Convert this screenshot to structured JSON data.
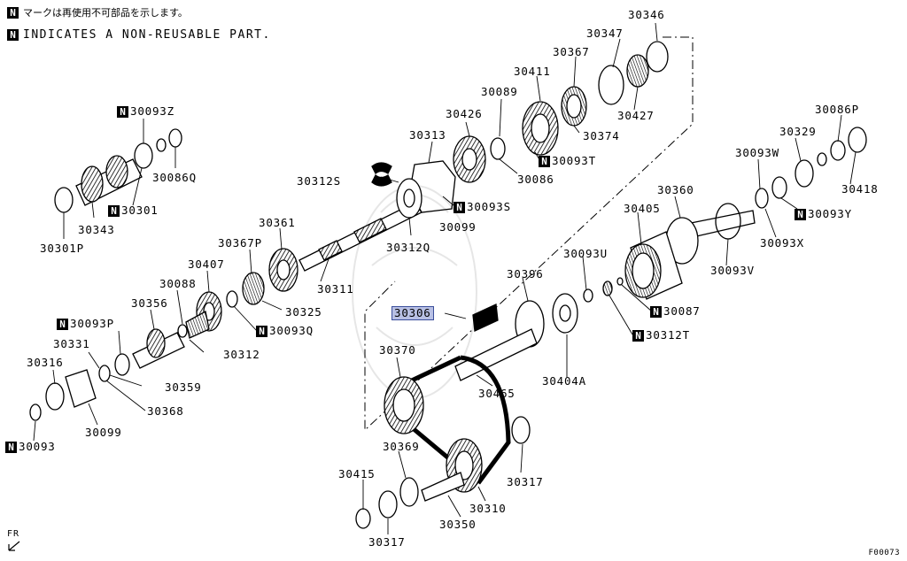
{
  "legend": [
    {
      "mark": "N",
      "text": "マークは再使用不可部品を示します。"
    },
    {
      "mark": "N",
      "text": "INDICATES A NON-REUSABLE PART."
    }
  ],
  "highlight_color": "#b8c0e4",
  "parts": [
    {
      "id": "p30346",
      "code": "30346",
      "n": false
    },
    {
      "id": "p30347",
      "code": "30347",
      "n": false
    },
    {
      "id": "p30367",
      "code": "30367",
      "n": false
    },
    {
      "id": "p30411",
      "code": "30411",
      "n": false
    },
    {
      "id": "p30089",
      "code": "30089",
      "n": false
    },
    {
      "id": "p30427",
      "code": "30427",
      "n": false
    },
    {
      "id": "p30374",
      "code": "30374",
      "n": false
    },
    {
      "id": "p30426",
      "code": "30426",
      "n": false
    },
    {
      "id": "p30313",
      "code": "30313",
      "n": false
    },
    {
      "id": "p30093T",
      "code": "30093T",
      "n": true
    },
    {
      "id": "p30086",
      "code": "30086",
      "n": false
    },
    {
      "id": "p30093Z",
      "code": "30093Z",
      "n": true
    },
    {
      "id": "p30086Q",
      "code": "30086Q",
      "n": false
    },
    {
      "id": "p30301",
      "code": "30301",
      "n": true
    },
    {
      "id": "p30343",
      "code": "30343",
      "n": false
    },
    {
      "id": "p30301P",
      "code": "30301P",
      "n": false
    },
    {
      "id": "p30312S",
      "code": "30312S",
      "n": false
    },
    {
      "id": "p30093S",
      "code": "30093S",
      "n": true
    },
    {
      "id": "p30099a",
      "code": "30099",
      "n": false
    },
    {
      "id": "p30312Q",
      "code": "30312Q",
      "n": false
    },
    {
      "id": "p30361",
      "code": "30361",
      "n": false
    },
    {
      "id": "p30367P",
      "code": "30367P",
      "n": false
    },
    {
      "id": "p30407",
      "code": "30407",
      "n": false
    },
    {
      "id": "p30311",
      "code": "30311",
      "n": false
    },
    {
      "id": "p30088",
      "code": "30088",
      "n": false
    },
    {
      "id": "p30325",
      "code": "30325",
      "n": false
    },
    {
      "id": "p30356",
      "code": "30356",
      "n": false
    },
    {
      "id": "p30093Q",
      "code": "30093Q",
      "n": true
    },
    {
      "id": "p30093P",
      "code": "30093P",
      "n": true
    },
    {
      "id": "p30331",
      "code": "30331",
      "n": false
    },
    {
      "id": "p30312",
      "code": "30312",
      "n": false
    },
    {
      "id": "p30316",
      "code": "30316",
      "n": false
    },
    {
      "id": "p30359",
      "code": "30359",
      "n": false
    },
    {
      "id": "p30368",
      "code": "30368",
      "n": false
    },
    {
      "id": "p30099b",
      "code": "30099",
      "n": false
    },
    {
      "id": "p30093",
      "code": "30093",
      "n": true
    },
    {
      "id": "p30086P",
      "code": "30086P",
      "n": false
    },
    {
      "id": "p30329",
      "code": "30329",
      "n": false
    },
    {
      "id": "p30093W",
      "code": "30093W",
      "n": false
    },
    {
      "id": "p30418",
      "code": "30418",
      "n": false
    },
    {
      "id": "p30360",
      "code": "30360",
      "n": false
    },
    {
      "id": "p30093Y",
      "code": "30093Y",
      "n": true
    },
    {
      "id": "p30405",
      "code": "30405",
      "n": false
    },
    {
      "id": "p30093X",
      "code": "30093X",
      "n": false
    },
    {
      "id": "p30093U",
      "code": "30093U",
      "n": false
    },
    {
      "id": "p30093V",
      "code": "30093V",
      "n": false
    },
    {
      "id": "p30396",
      "code": "30396",
      "n": false
    },
    {
      "id": "p30306",
      "code": "30306",
      "n": false,
      "highlight": true
    },
    {
      "id": "p30087",
      "code": "30087",
      "n": true
    },
    {
      "id": "p30312T",
      "code": "30312T",
      "n": true
    },
    {
      "id": "p30370",
      "code": "30370",
      "n": false
    },
    {
      "id": "p30404A",
      "code": "30404A",
      "n": false
    },
    {
      "id": "p30465",
      "code": "30465",
      "n": false
    },
    {
      "id": "p30369",
      "code": "30369",
      "n": false
    },
    {
      "id": "p30317a",
      "code": "30317",
      "n": false
    },
    {
      "id": "p30415",
      "code": "30415",
      "n": false
    },
    {
      "id": "p30310",
      "code": "30310",
      "n": false
    },
    {
      "id": "p30350",
      "code": "30350",
      "n": false
    },
    {
      "id": "p30317b",
      "code": "30317",
      "n": false
    }
  ],
  "front_marker": "FR",
  "figure_number": "F00073"
}
